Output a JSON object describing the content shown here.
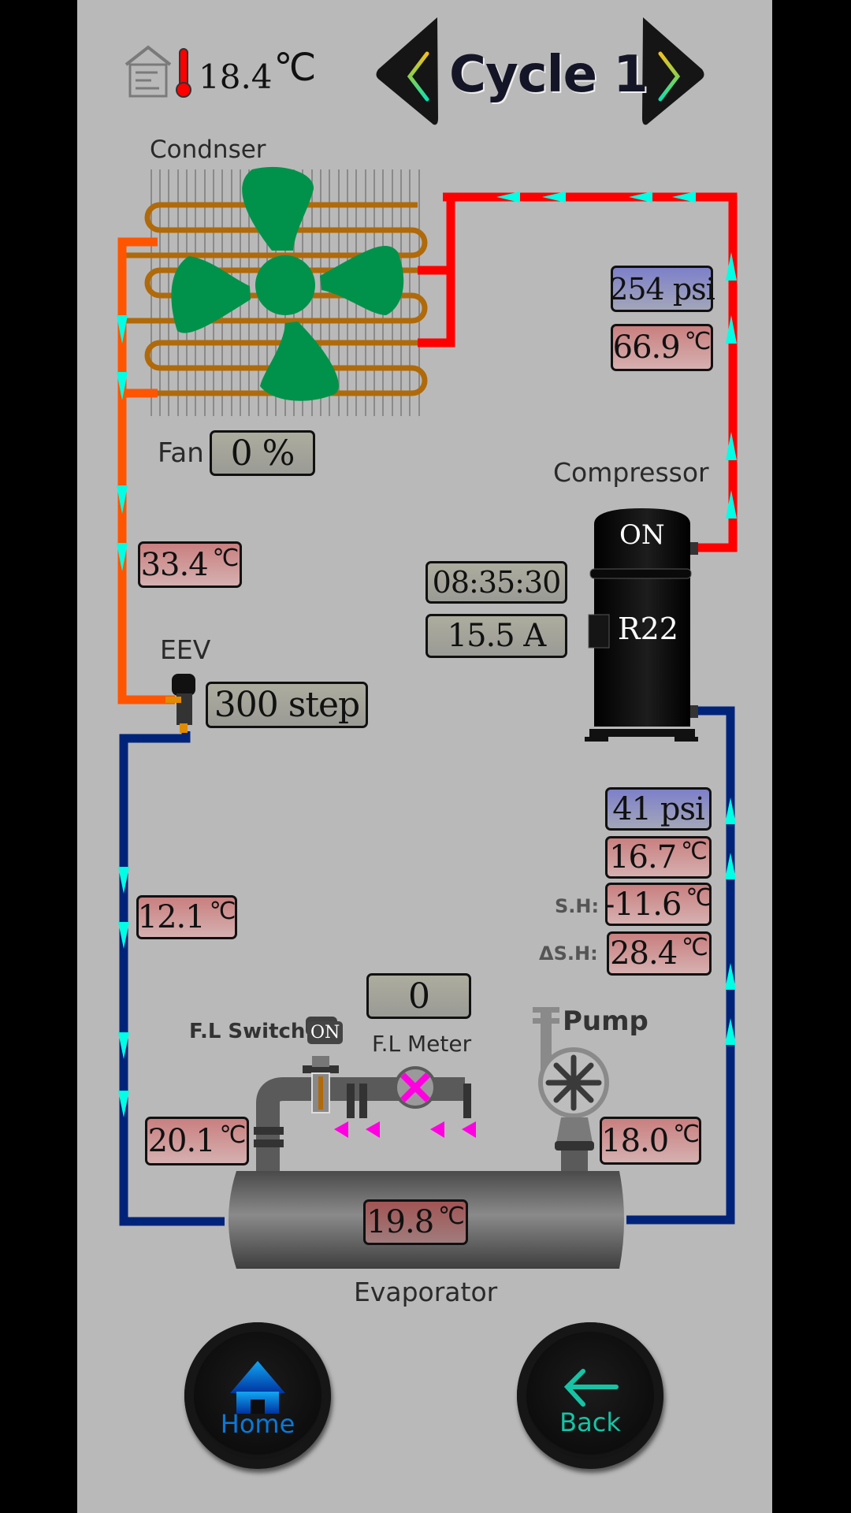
{
  "header": {
    "indoor_temp_icon": "house-thermometer-icon",
    "indoor_temp_value": "18.4",
    "indoor_temp_unit": "℃",
    "cycle_title": "Cycle 1",
    "prev_icon": "chevron-left-icon",
    "next_icon": "chevron-right-icon"
  },
  "condenser": {
    "label": "Condnser",
    "fan_label": "Fan",
    "fan_value": "0 %",
    "fan_icon": "fan-icon",
    "fan_color": "#00924a"
  },
  "discharge": {
    "pressure": "254 psi",
    "temp_value": "66.9",
    "temp_unit": "℃"
  },
  "liquid_line": {
    "temp_value": "33.4",
    "temp_unit": "℃"
  },
  "compressor": {
    "label": "Compressor",
    "status": "ON",
    "refrigerant": "R22",
    "runtime": "08:35:30",
    "current": "15.5 A"
  },
  "eev": {
    "label": "EEV",
    "position": "300 step"
  },
  "suction": {
    "pressure": "41 psi",
    "temp_value": "16.7",
    "temp_unit": "℃",
    "sh_label": "S.H:",
    "sh_value": "-11.6",
    "sh_unit": "℃",
    "dsh_label": "ΔS.H:",
    "dsh_value": "28.4",
    "dsh_unit": "℃"
  },
  "evaporator_inlet": {
    "temp_value": "12.1",
    "temp_unit": "℃"
  },
  "fluid_loop": {
    "switch_label": "F.L Switch",
    "switch_status": "ON",
    "meter_label": "F.L Meter",
    "meter_value": "0",
    "meter_status_icon": "x-mark-icon",
    "pump_label": "Pump",
    "inlet_temp_value": "20.1",
    "inlet_temp_unit": "℃",
    "outlet_temp_value": "18.0",
    "outlet_temp_unit": "℃"
  },
  "evaporator": {
    "label": "Evaporator",
    "temp_value": "19.8",
    "temp_unit": "℃"
  },
  "nav": {
    "home_label": "Home",
    "back_label": "Back"
  },
  "colors": {
    "hot_gas": "#ff0000",
    "liquid": "#ff5500",
    "cold": "#00237a",
    "flow_arrow": "#00ffe5",
    "fluid_arrow": "#ff00e0",
    "home_accent": "#0a78d8",
    "back_accent": "#17c3a5"
  }
}
